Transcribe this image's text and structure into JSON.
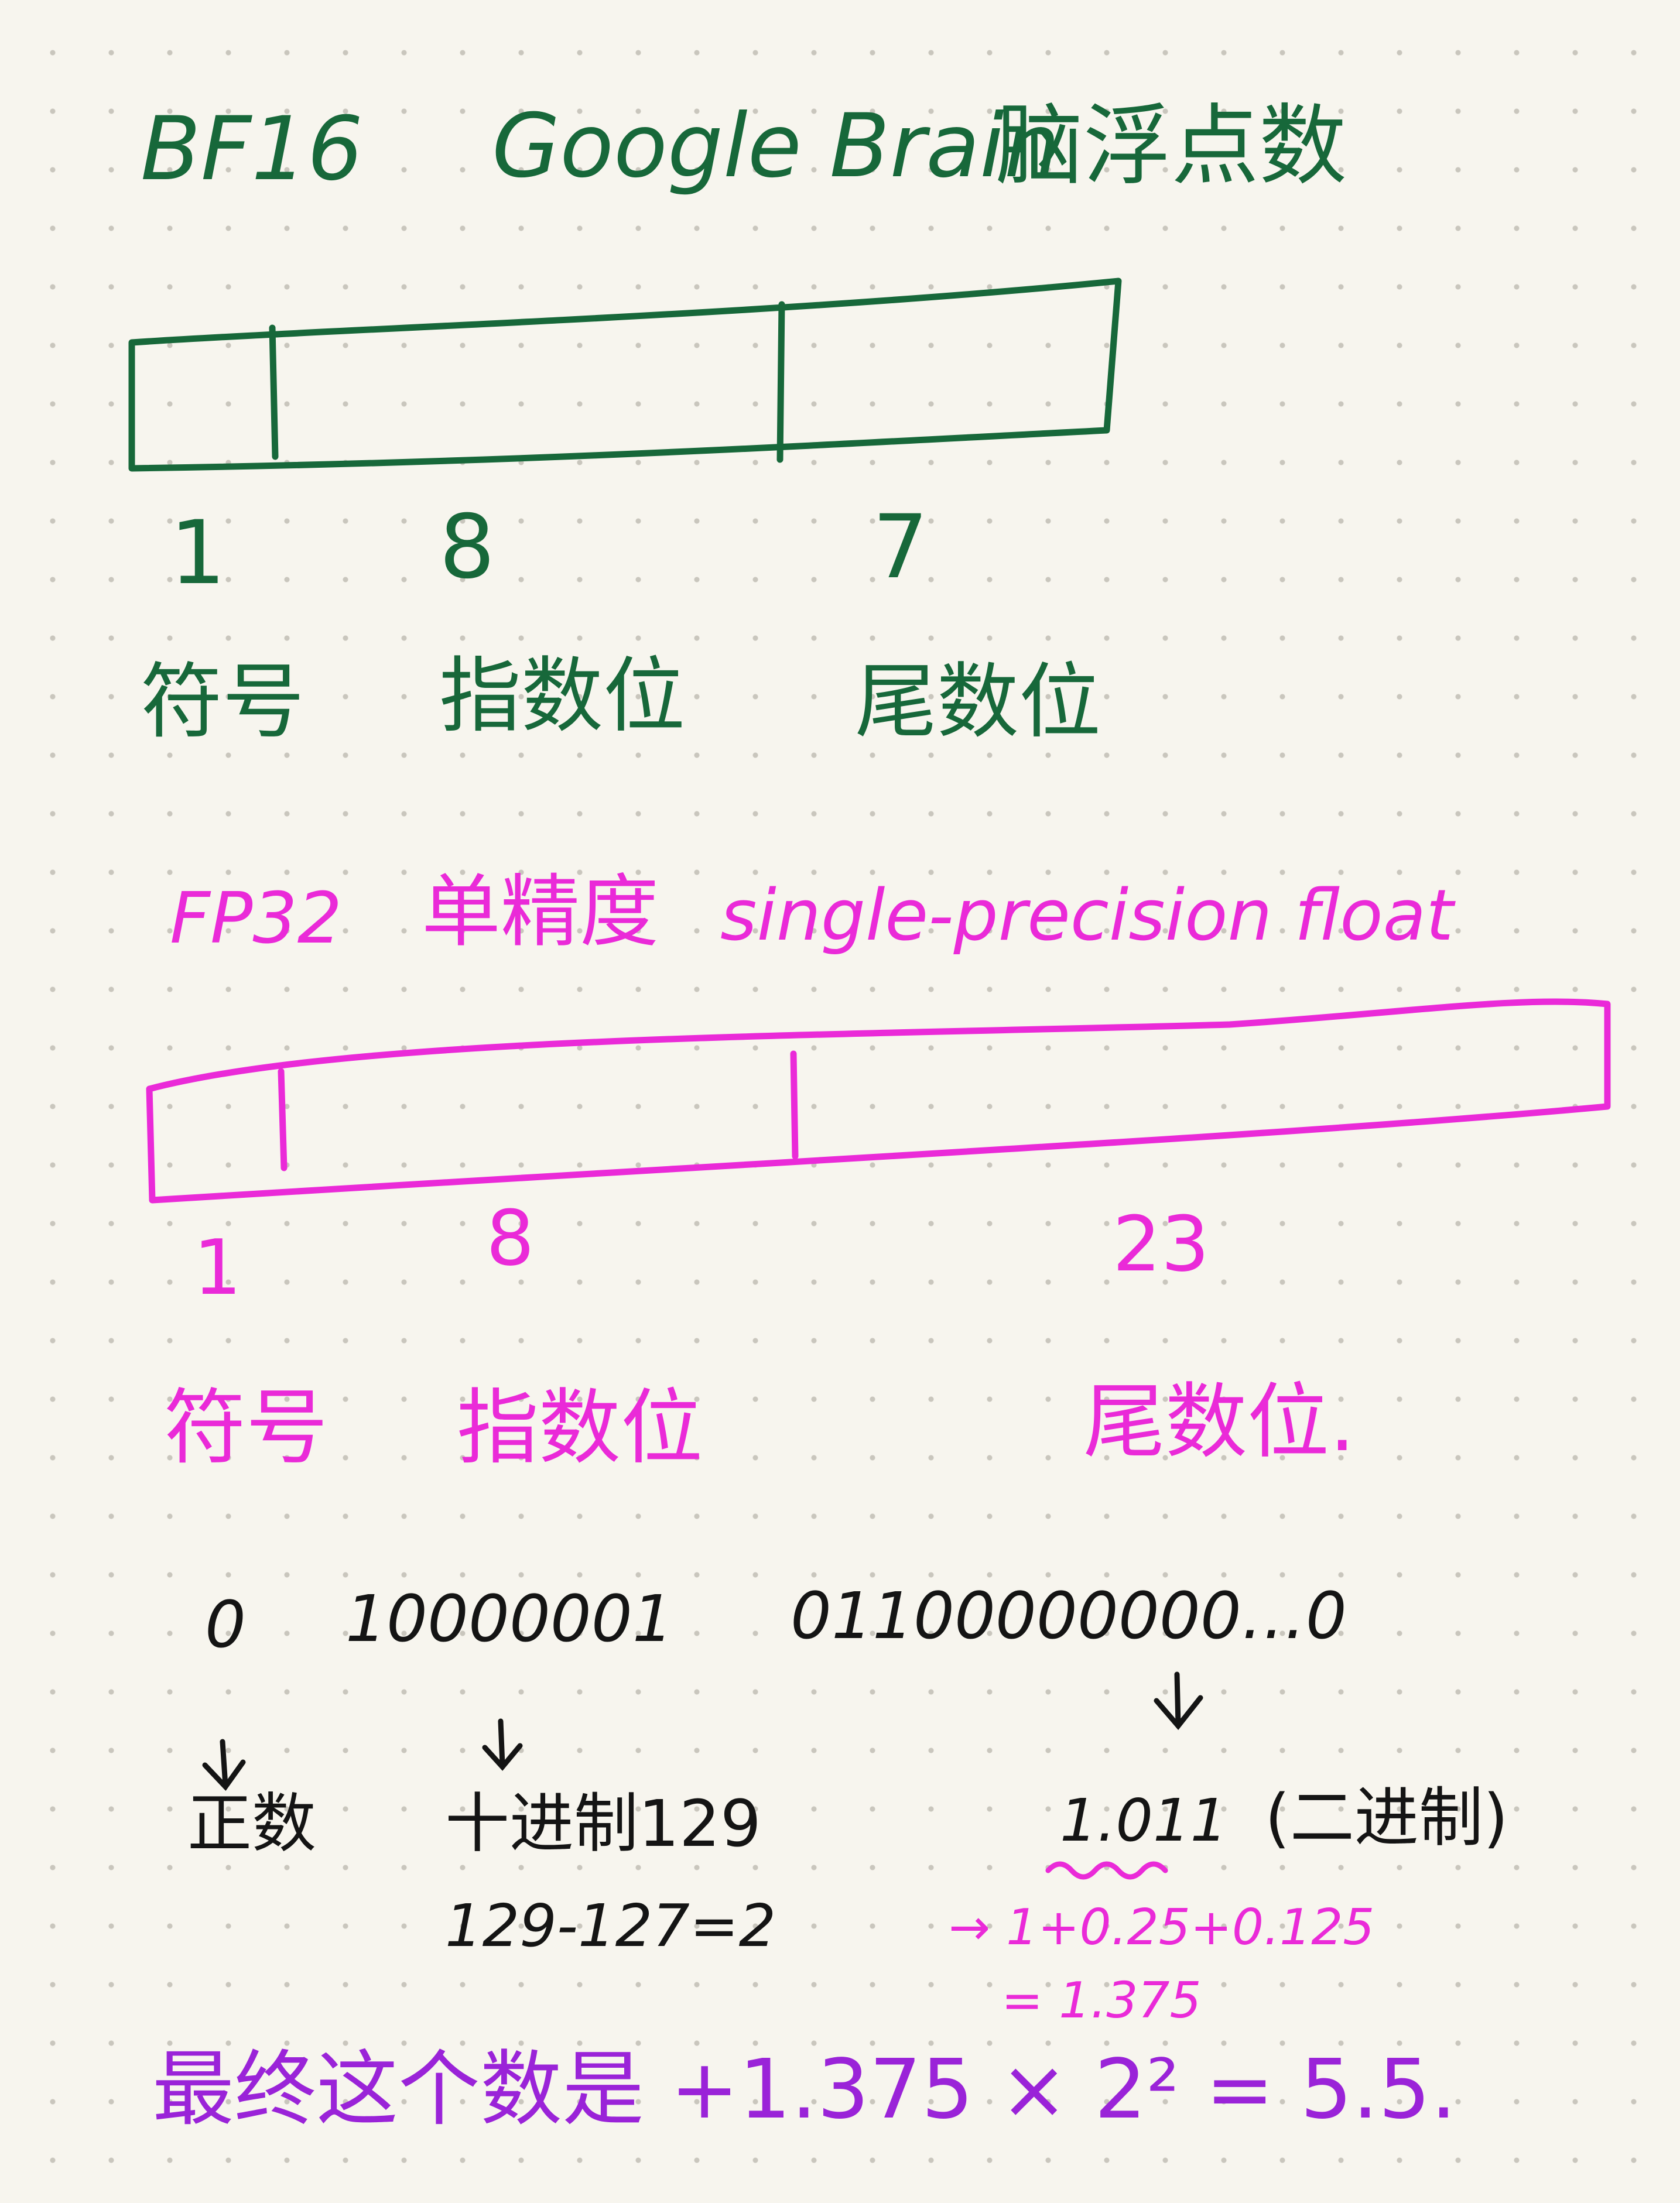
{
  "bf16": {
    "title": "BF16",
    "subtitle": "Google Brain",
    "chinese_title": "脑浮点数",
    "bits": {
      "sign": "1",
      "exponent": "8",
      "mantissa": "7"
    },
    "labels": {
      "sign": "符号",
      "exponent": "指数位",
      "mantissa": "尾数位"
    },
    "color": "#17683a"
  },
  "fp32": {
    "title": "FP32",
    "chinese_title": "单精度",
    "subtitle": "single-precision float",
    "bits": {
      "sign": "1",
      "exponent": "8",
      "mantissa": "23"
    },
    "labels": {
      "sign": "符号",
      "exponent": "指数位",
      "mantissa": "尾数位."
    },
    "color": "#ea2ad8"
  },
  "example": {
    "sign_bit": "0",
    "exponent_bits": "10000001",
    "mantissa_bits": "01100000000…0",
    "sign_meaning": "正数",
    "exponent_meaning": "十进制129",
    "exponent_calc": "129-127=2",
    "mantissa_value": "1.011",
    "mantissa_note": "(二进制)",
    "mantissa_calc": "→ 1+0.25+0.125",
    "mantissa_result": "= 1.375",
    "final": "最终这个数是 +1.375 × 2² = 5.5."
  }
}
